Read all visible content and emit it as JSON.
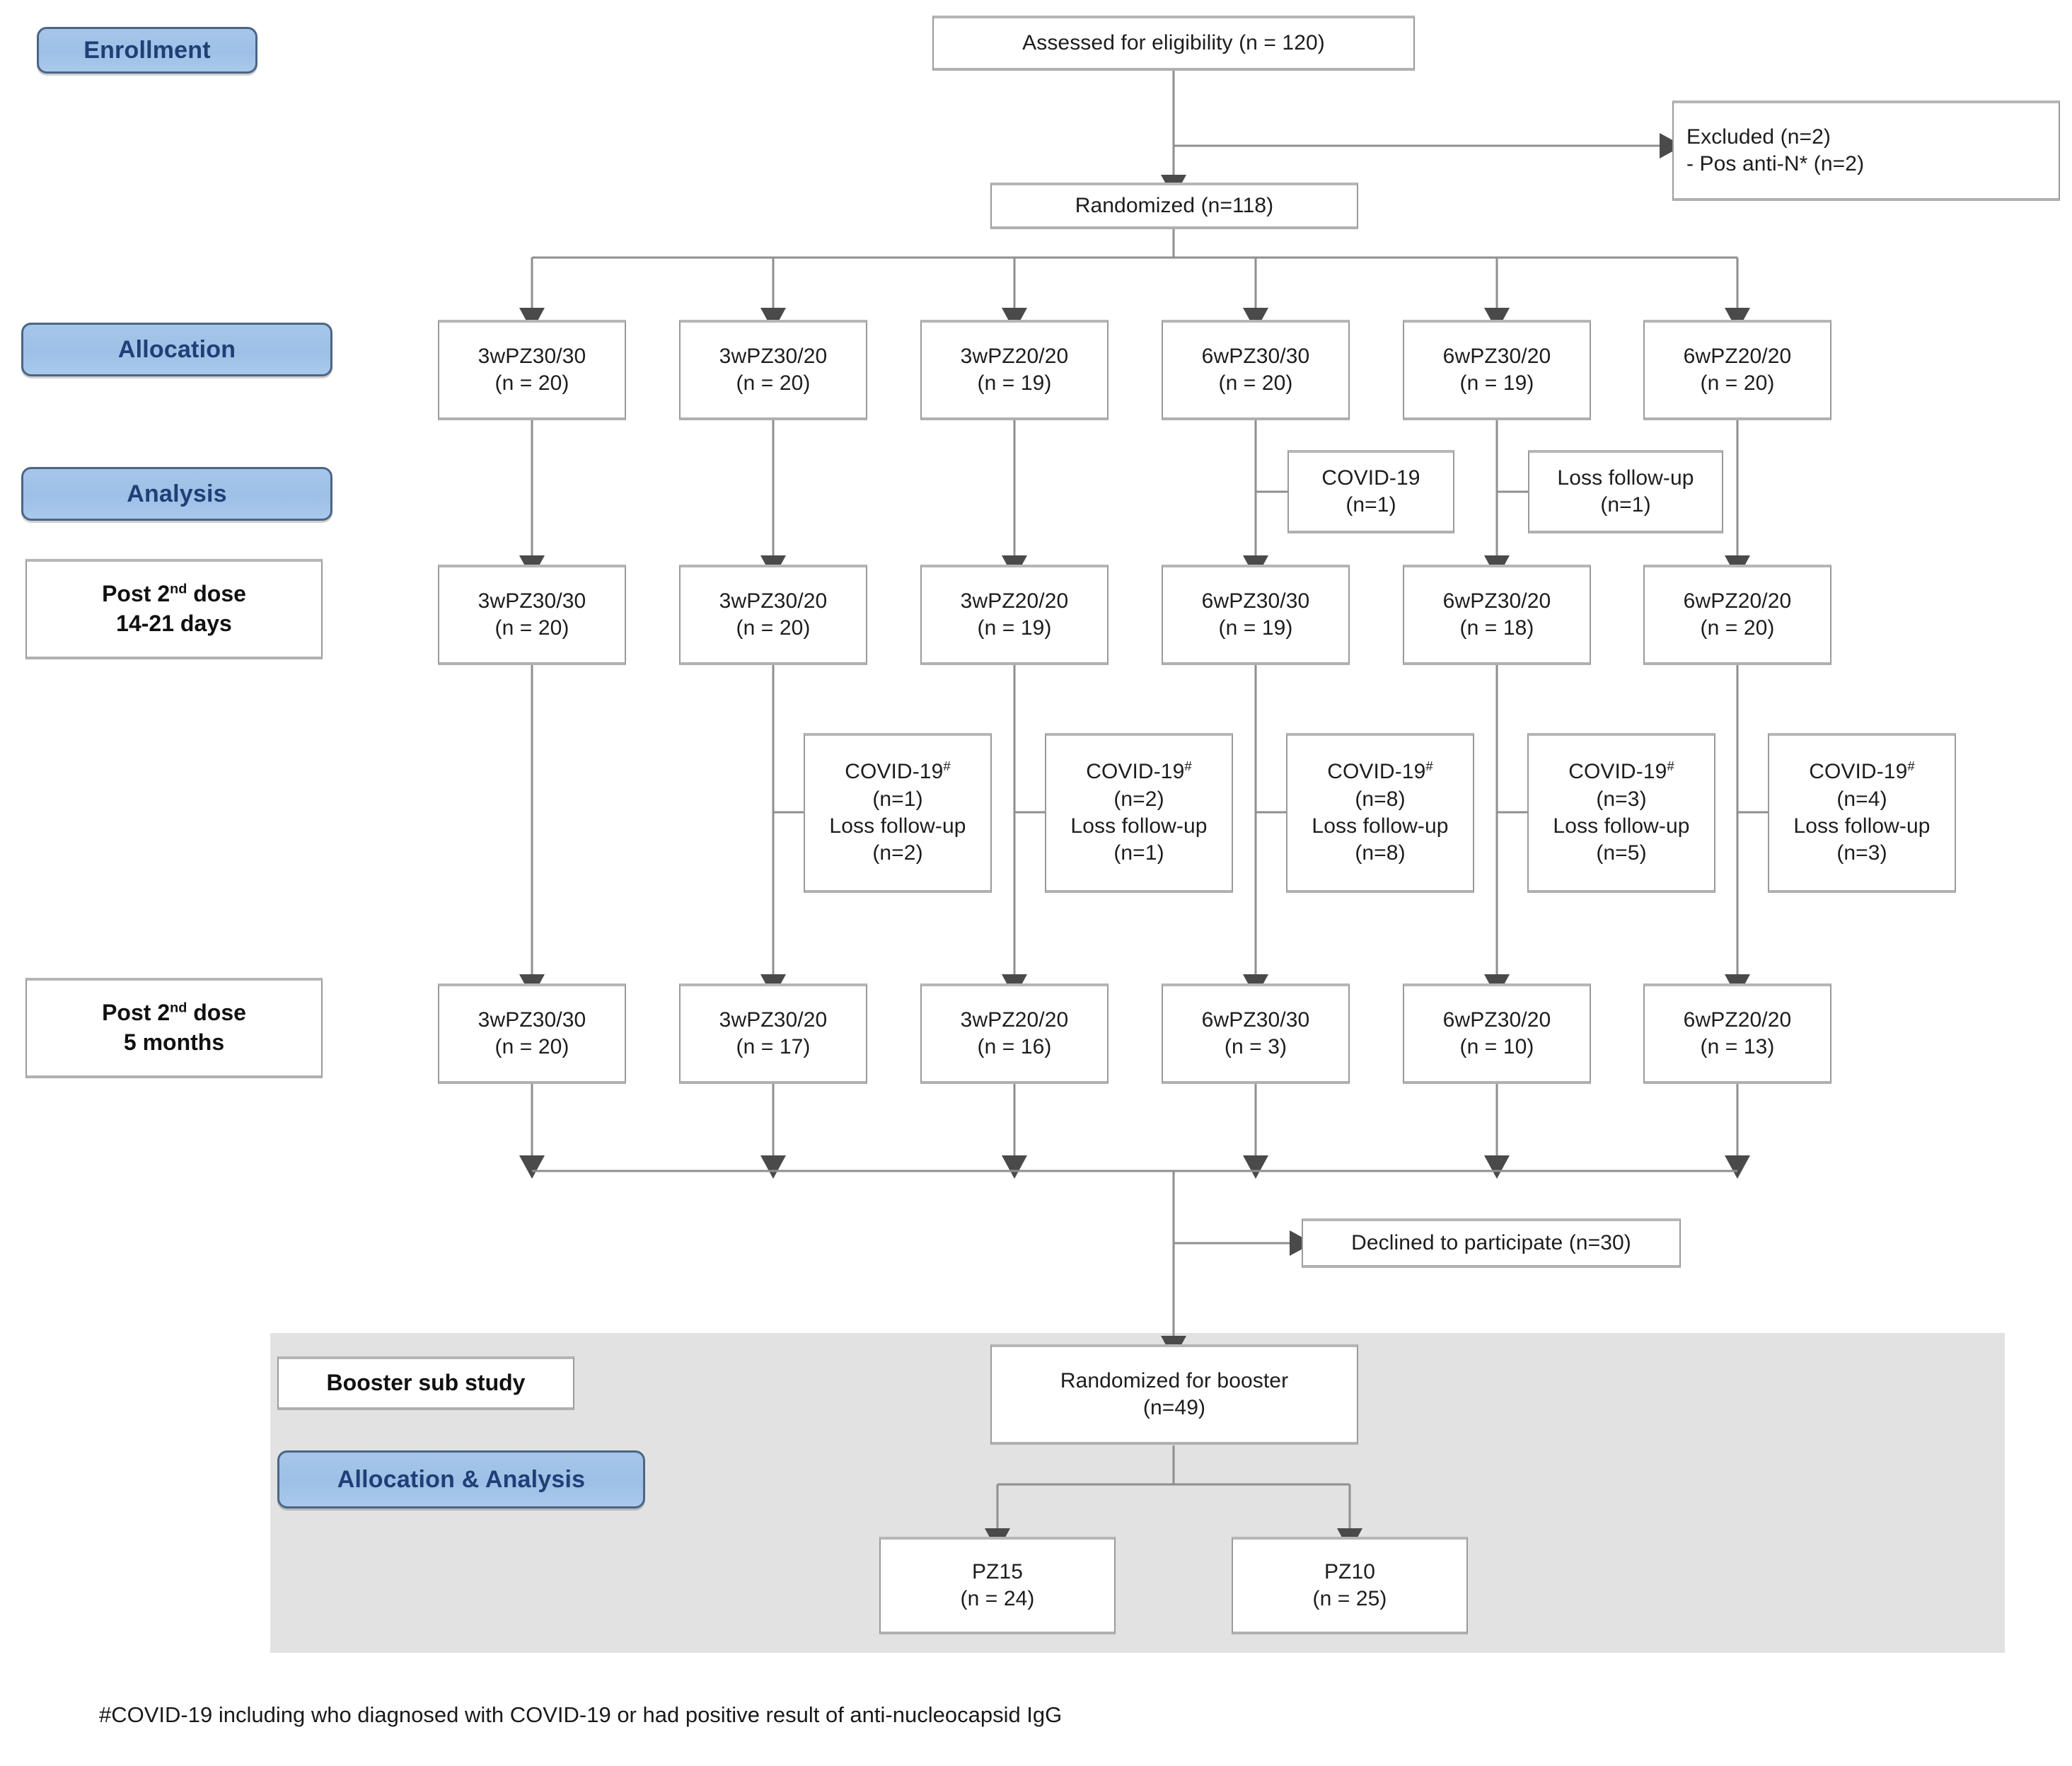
{
  "diagram": {
    "title_note": "CONSORT participant flow diagram",
    "footnote": "#COVID-19 including who diagnosed with COVID-19 or had positive result of anti-nucleocapsid IgG"
  },
  "stage_labels": {
    "enrollment": "Enrollment",
    "allocation": "Allocation",
    "analysis": "Analysis",
    "allocation_analysis": "Allocation & Analysis"
  },
  "timepoint_labels": {
    "post2_14_21_line1": "Post 2",
    "post2_14_21_sup": "nd",
    "post2_14_21_line1b": " dose",
    "post2_14_21_line2": "14-21 days",
    "post2_5m_line1": "Post 2",
    "post2_5m_sup": "nd",
    "post2_5m_line1b": " dose",
    "post2_5m_line2": "5 months",
    "booster_sub_study": "Booster sub study"
  },
  "enrollment": {
    "assessed": "Assessed for eligibility (n = 120)",
    "excluded_line1": "Excluded (n=2)",
    "excluded_line2": "- Pos anti-N* (n=2)",
    "randomized": "Randomized (n=118)"
  },
  "allocation_row": [
    {
      "name": "3wPZ30/30",
      "n": "(n = 20)"
    },
    {
      "name": "3wPZ30/20",
      "n": "(n = 20)"
    },
    {
      "name": "3wPZ20/20",
      "n": "(n = 19)"
    },
    {
      "name": "6wPZ30/30",
      "n": "(n = 20)"
    },
    {
      "name": "6wPZ30/20",
      "n": "(n = 19)"
    },
    {
      "name": "6wPZ20/20",
      "n": "(n = 20)"
    }
  ],
  "analysis_dropouts_row1": [
    {
      "label": "COVID-19",
      "n": "(n=1)"
    },
    {
      "label": "Loss follow-up",
      "n": "(n=1)"
    }
  ],
  "post2_14_21_row": [
    {
      "name": "3wPZ30/30",
      "n": "(n = 20)"
    },
    {
      "name": "3wPZ30/20",
      "n": "(n = 20)"
    },
    {
      "name": "3wPZ20/20",
      "n": "(n = 19)"
    },
    {
      "name": "6wPZ30/30",
      "n": "(n = 19)"
    },
    {
      "name": "6wPZ30/20",
      "n": "(n = 18)"
    },
    {
      "name": "6wPZ20/20",
      "n": "(n = 20)"
    }
  ],
  "dropouts_row2": [
    {
      "covid_label": "COVID-19",
      "covid_sup": "#",
      "covid_n": "(n=1)",
      "loss_label": "Loss follow-up",
      "loss_n": "(n=2)"
    },
    {
      "covid_label": "COVID-19",
      "covid_sup": "#",
      "covid_n": "(n=2)",
      "loss_label": "Loss follow-up",
      "loss_n": "(n=1)"
    },
    {
      "covid_label": "COVID-19",
      "covid_sup": "#",
      "covid_n": "(n=8)",
      "loss_label": "Loss follow-up",
      "loss_n": "(n=8)"
    },
    {
      "covid_label": "COVID-19",
      "covid_sup": "#",
      "covid_n": "(n=3)",
      "loss_label": "Loss follow-up",
      "loss_n": "(n=5)"
    },
    {
      "covid_label": "COVID-19",
      "covid_sup": "#",
      "covid_n": "(n=4)",
      "loss_label": "Loss follow-up",
      "loss_n": "(n=3)"
    }
  ],
  "post2_5m_row": [
    {
      "name": "3wPZ30/30",
      "n": "(n = 20)"
    },
    {
      "name": "3wPZ30/20",
      "n": "(n = 17)"
    },
    {
      "name": "3wPZ20/20",
      "n": "(n = 16)"
    },
    {
      "name": "6wPZ30/30",
      "n": "(n = 3)"
    },
    {
      "name": "6wPZ30/20",
      "n": "(n = 10)"
    },
    {
      "name": "6wPZ20/20",
      "n": "(n = 13)"
    }
  ],
  "booster": {
    "declined": "Declined to participate (n=30)",
    "randomized_line1": "Randomized for booster",
    "randomized_line2": "(n=49)",
    "arms": [
      {
        "name": "PZ15",
        "n": "(n = 24)"
      },
      {
        "name": "PZ10",
        "n": "(n = 25)"
      }
    ]
  },
  "colors": {
    "pill_fill": "#a3c3e8",
    "pill_border": "#4c6585",
    "pill_text": "#1f3f77",
    "box_border": "#9a9a9a",
    "panel_bg": "#e2e2e2",
    "wire": "#8f8f8f"
  }
}
